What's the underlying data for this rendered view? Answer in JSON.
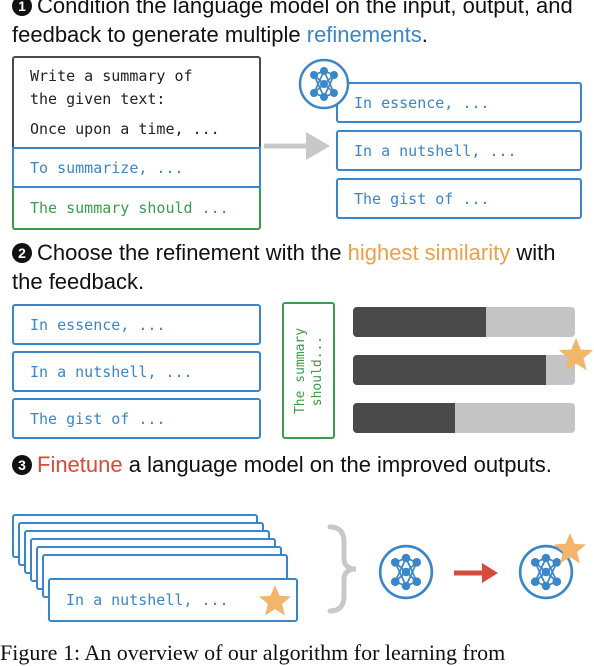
{
  "step1": {
    "number": "1",
    "text_before": "Condition the language model on the input, output, and feedback to generate multiple ",
    "highlight": "refinements",
    "text_after": "."
  },
  "input_box": {
    "line1": "Write a summary of",
    "line2": "the given text:",
    "line3": "Once upon a time, ..."
  },
  "output_box": "To summarize, ...",
  "feedback_box": "The summary should ...",
  "refinements": [
    "In essence, ...",
    "In a nutshell, ...",
    "The gist of ..."
  ],
  "step2": {
    "number": "2",
    "text_before": "Choose the refinement with the ",
    "highlight": "highest similarity",
    "text_after": " with the feedback."
  },
  "feedback_vertical": [
    "The summary",
    "should..."
  ],
  "similarity": {
    "values": [
      0.6,
      0.87,
      0.46
    ],
    "best_index": 1
  },
  "step3": {
    "number": "3",
    "highlight": "Finetune",
    "text_after": " a language model on the improved outputs."
  },
  "stack_label": "In a nutshell, ...",
  "caption": "Figure 1: An overview of our algorithm for learning from",
  "colors": {
    "blue": "#3a86c8",
    "green": "#3b9c4c",
    "orange": "#eba04a",
    "red": "#d84a3c",
    "bar_dark": "#4a4a4a",
    "bar_light": "#c4c4c4"
  },
  "icons": [
    "neural-network-icon",
    "arrow-right-icon",
    "star-icon",
    "curly-brace-icon"
  ]
}
